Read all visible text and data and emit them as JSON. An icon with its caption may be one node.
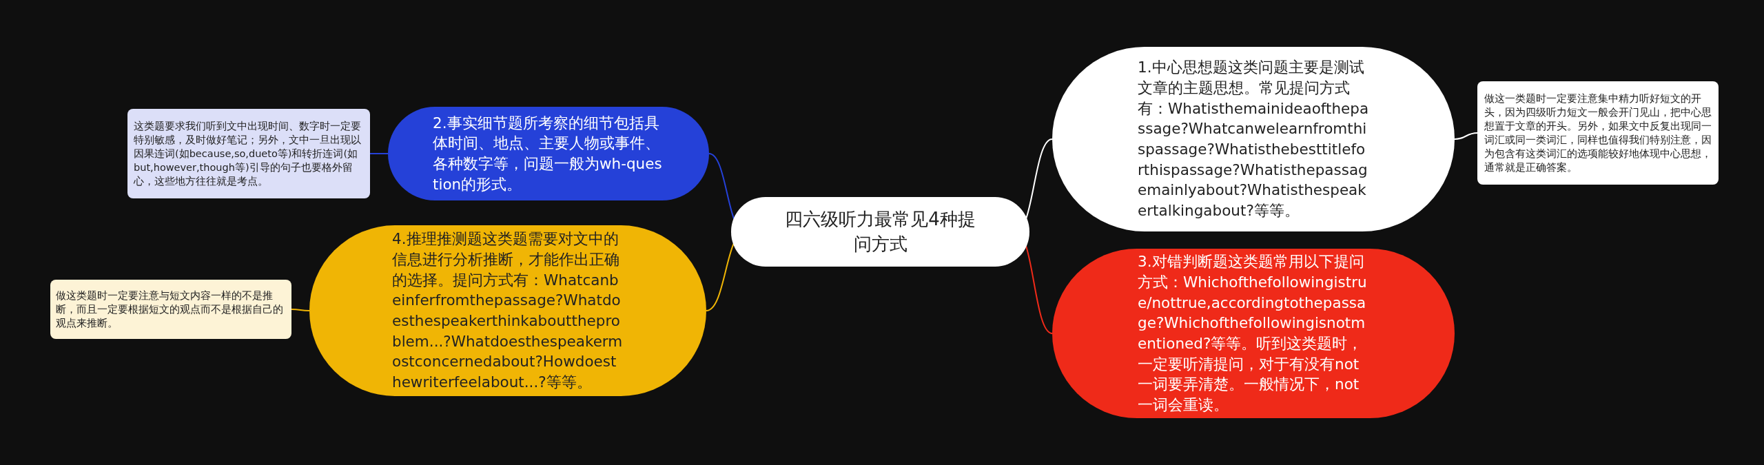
{
  "diagram": {
    "nodes": [
      {
        "text": [
          "四六级听力最常见4种提问方式"
        ]
      },
      {
        "text": [
          "1.中心思想题这类问题主要是测试文章的主题思想。常见提问方式有：Whatisthemainideaofthepassage?Whatcanwelearnfromthispassage?Whatisthebesttitleforthispassage?Whatisthepassagemainlyabout?Whatisthespeakertalkingabout?等等。"
        ]
      },
      {
        "text": [
          "做这一类题时一定要注意集中精力听好短文的开头，因为四级听力短文一般会开门见山，把中心思想置于文章的开头。另外，如果文中反复出现同一词汇或同一类词汇，同样也值得我们特别注意，因为包含有这类词汇的选项能较好地体现中心思想，通常就是正确答案。"
        ]
      },
      {
        "text": [
          "2.事实细节题所考察的细节包括具体时间、地点、主要人物或事件、各种数字等，问题一般为wh-question的形式。"
        ]
      },
      {
        "text": [
          "这类题要求我们听到文中出现时间、数字时一定要特别敏感，及时做好笔记；另外，文中一旦出现以因果连词(如because,so,dueto等)和转折连词(如but,however,though等)引导的句子也要格外留心，这些地方往往就是考点。"
        ]
      },
      {
        "text": [
          "4.推理推测题这类题需要对文中的信息进行分析推断，才能作出正确的选择。提问方式有：Whatcanbeinferfromthepassage?Whatdoesthespeakerthinkabouttheproblem...?Whatdoesthespeakermostconcernedabout?Howdoesthewriterfeelabout...?等等。"
        ]
      },
      {
        "text": [
          "做这类题时一定要注意与短文内容一样的不是推断，而且一定要根据短文的观点而不是根据自己的观点来推断。"
        ]
      },
      {
        "text": [
          "3.对错判断题这类题常用以下提问方式：Whichofthefollowingistrue/nottrue,accordingtothepassage?Whichofthefollowingisnotmentioned?等等。听到这类题时，一定要听清提问，对于有没有not一词要弄清楚。一般情况下，not一词会重读。"
        ]
      }
    ],
    "edges": [
      {
        "from": 0,
        "to": 1,
        "arrow": "none",
        "color": "#ffffff"
      },
      {
        "from": 1,
        "to": 2,
        "arrow": "none",
        "color": "#ffffff"
      },
      {
        "from": 0,
        "to": 3,
        "arrow": "none",
        "color": "#2541d8"
      },
      {
        "from": 3,
        "to": 4,
        "arrow": "none",
        "color": "#2541d8"
      },
      {
        "from": 0,
        "to": 5,
        "arrow": "none",
        "color": "#f0b505"
      },
      {
        "from": 5,
        "to": 6,
        "arrow": "none",
        "color": "#f0b505"
      },
      {
        "from": 0,
        "to": 7,
        "arrow": "none",
        "color": "#ef2a19"
      }
    ]
  }
}
